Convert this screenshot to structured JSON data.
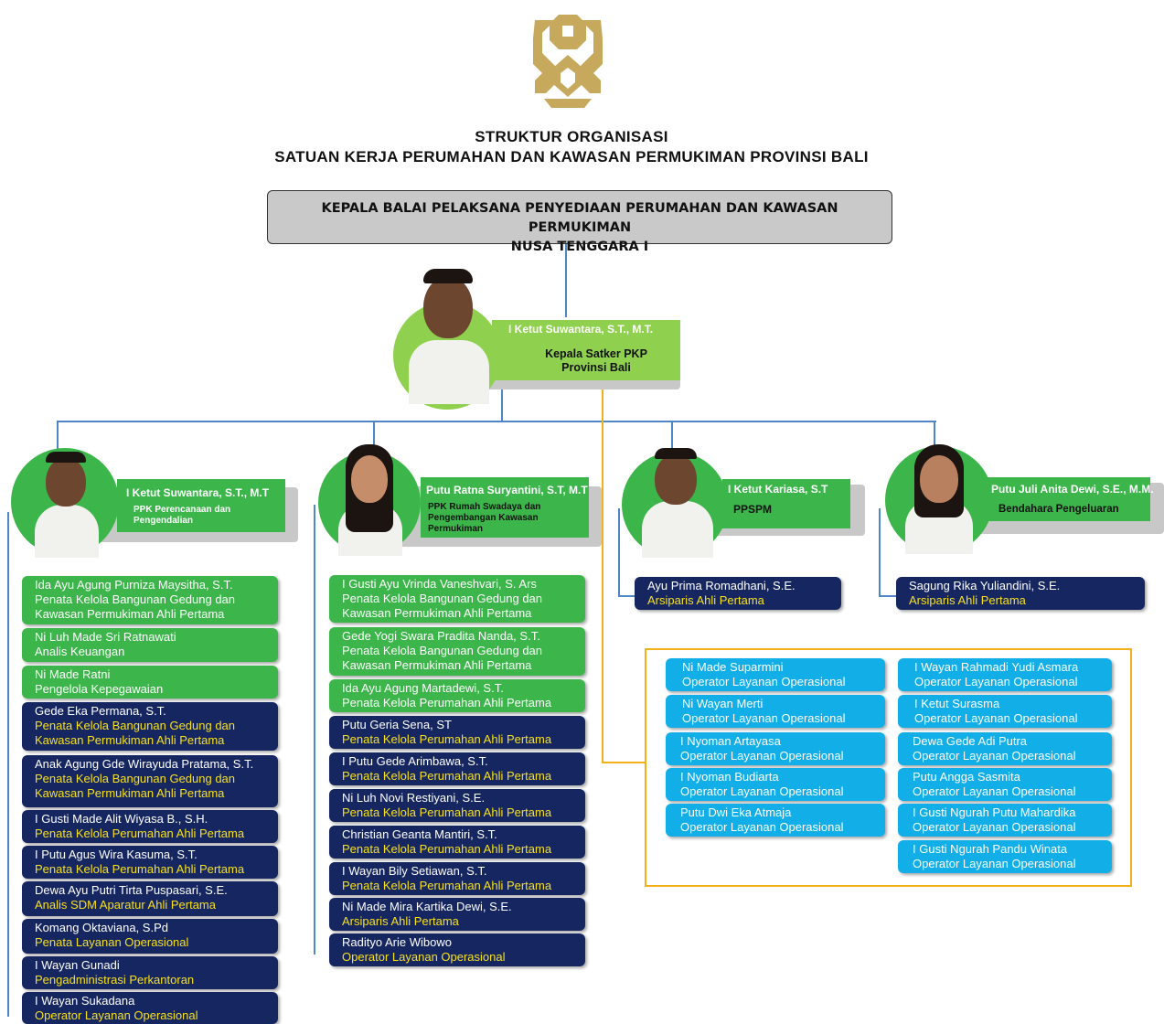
{
  "title_line1": "STRUKTUR ORGANISASI",
  "title_line2": "SATUAN KERJA PERUMAHAN DAN KAWASAN PERMUKIMAN PROVINSI BALI",
  "head": {
    "line1": "KEPALA BALAI PELAKSANA PENYEDIAAN PERUMAHAN DAN KAWASAN PERMUKIMAN",
    "line2": "NUSA TENGGARA I"
  },
  "chief": {
    "name": "I Ketut Suwantara, S.T., M.T.",
    "role1": "Kepala Satker PKP",
    "role2": "Provinsi Bali"
  },
  "leads": [
    {
      "name": "I Ketut Suwantara, S.T., M.T",
      "role1": "PPK Perencanaan dan",
      "role2": "Pengendalian",
      "role3": ""
    },
    {
      "name": "Putu Ratna Suryantini, S.T, M.T",
      "role1": "PPK Rumah Swadaya dan",
      "role2": "Pengembangan Kawasan",
      "role3": "Permukiman"
    },
    {
      "name": "I Ketut Kariasa, S.T",
      "role1": "PPSPM",
      "role2": "",
      "role3": ""
    },
    {
      "name": "Putu Juli Anita Dewi, S.E., M.M.",
      "role1": "Bendahara Pengeluaran",
      "role2": "",
      "role3": ""
    }
  ],
  "col1": [
    {
      "name": "Ida Ayu Agung Purniza Maysitha, S.T.",
      "r1": "Penata Kelola Bangunan Gedung dan",
      "r2": "Kawasan Permukiman Ahli Pertama"
    },
    {
      "name": "Ni Luh Made Sri Ratnawati",
      "r1": "Analis Keuangan",
      "r2": ""
    },
    {
      "name": "Ni Made Ratni",
      "r1": "Pengelola Kepegawaian",
      "r2": ""
    },
    {
      "name": "Gede Eka Permana, S.T.",
      "r1": "Penata Kelola Bangunan Gedung dan",
      "r2": "Kawasan Permukiman Ahli Pertama"
    },
    {
      "name": "Anak Agung Gde Wirayuda Pratama, S.T.",
      "r1": "Penata Kelola Bangunan Gedung dan",
      "r2": "Kawasan Permukiman Ahli Pertama"
    },
    {
      "name": "I Gusti Made Alit Wiyasa B., S.H.",
      "r1": "Penata Kelola Perumahan Ahli Pertama",
      "r2": ""
    },
    {
      "name": "I Putu Agus Wira Kasuma, S.T.",
      "r1": "Penata Kelola Perumahan Ahli Pertama",
      "r2": ""
    },
    {
      "name": "Dewa Ayu Putri Tirta Puspasari, S.E.",
      "r1": "Analis SDM Aparatur Ahli Pertama",
      "r2": ""
    },
    {
      "name": "Komang Oktaviana, S.Pd",
      "r1": "Penata Layanan Operasional",
      "r2": ""
    },
    {
      "name": "I Wayan Gunadi",
      "r1": "Pengadministrasi Perkantoran",
      "r2": ""
    },
    {
      "name": "I Wayan Sukadana",
      "r1": "Operator Layanan Operasional",
      "r2": ""
    }
  ],
  "col2": [
    {
      "name": "I Gusti Ayu Vrinda Vaneshvari, S. Ars",
      "r1": "Penata Kelola Bangunan Gedung dan",
      "r2": "Kawasan Permukiman Ahli Pertama"
    },
    {
      "name": "Gede Yogi Swara Pradita Nanda, S.T.",
      "r1": "Penata Kelola Bangunan Gedung dan",
      "r2": "Kawasan Permukiman Ahli Pertama"
    },
    {
      "name": "Ida Ayu Agung Martadewi, S.T.",
      "r1": "Penata Kelola Perumahan Ahli Pertama",
      "r2": ""
    },
    {
      "name": "Putu Geria Sena, ST",
      "r1": "Penata Kelola Perumahan Ahli Pertama",
      "r2": ""
    },
    {
      "name": "I Putu Gede Arimbawa, S.T.",
      "r1": "Penata Kelola Perumahan Ahli Pertama",
      "r2": ""
    },
    {
      "name": "Ni Luh Novi Restiyani, S.E.",
      "r1": "Penata Kelola Perumahan Ahli Pertama",
      "r2": ""
    },
    {
      "name": "Christian Geanta Mantiri, S.T.",
      "r1": "Penata Kelola Perumahan Ahli Pertama",
      "r2": ""
    },
    {
      "name": "I Wayan Bily Setiawan, S.T.",
      "r1": "Penata Kelola Perumahan Ahli Pertama",
      "r2": ""
    },
    {
      "name": "Ni Made Mira Kartika Dewi, S.E.",
      "r1": "Arsiparis Ahli Pertama",
      "r2": ""
    },
    {
      "name": "Radityo Arie Wibowo",
      "r1": "Operator Layanan Operasional",
      "r2": ""
    }
  ],
  "col3": {
    "name": "Ayu Prima Romadhani, S.E.",
    "r1": "Arsiparis Ahli Pertama"
  },
  "col4": {
    "name": "Sagung Rika Yuliandini, S.E.",
    "r1": "Arsiparis Ahli Pertama"
  },
  "ops_left": [
    {
      "name": "Ni Made Suparmini",
      "r1": "Operator Layanan Operasional"
    },
    {
      "name": "Ni Wayan Merti",
      "r1": "Operator Layanan Operasional"
    },
    {
      "name": "I Nyoman Artayasa",
      "r1": "Operator Layanan Operasional"
    },
    {
      "name": "I Nyoman Budiarta",
      "r1": "Operator Layanan Operasional"
    },
    {
      "name": "Putu Dwi Eka Atmaja",
      "r1": "Operator Layanan Operasional"
    }
  ],
  "ops_right": [
    {
      "name": "I Wayan Rahmadi Yudi Asmara",
      "r1": "Operator Layanan Operasional"
    },
    {
      "name": "I Ketut Surasma",
      "r1": "Operator Layanan Operasional"
    },
    {
      "name": "Dewa Gede Adi Putra",
      "r1": "Operator Layanan Operasional"
    },
    {
      "name": "Putu Angga Sasmita",
      "r1": "Operator Layanan Operasional"
    },
    {
      "name": "I Gusti Ngurah Putu Mahardika",
      "r1": "Operator Layanan Operasional"
    },
    {
      "name": "I Gusti Ngurah Pandu Winata",
      "r1": "Operator Layanan Operasional"
    }
  ],
  "colors": {
    "green": "#3cb64a",
    "light_green": "#8fd14f",
    "navy": "#162660",
    "cyan": "#12aee8",
    "yellow_text": "#f7e11b",
    "gold": "#c6a95c",
    "connector": "#4f86c6",
    "ops_border": "#f2b11b"
  }
}
